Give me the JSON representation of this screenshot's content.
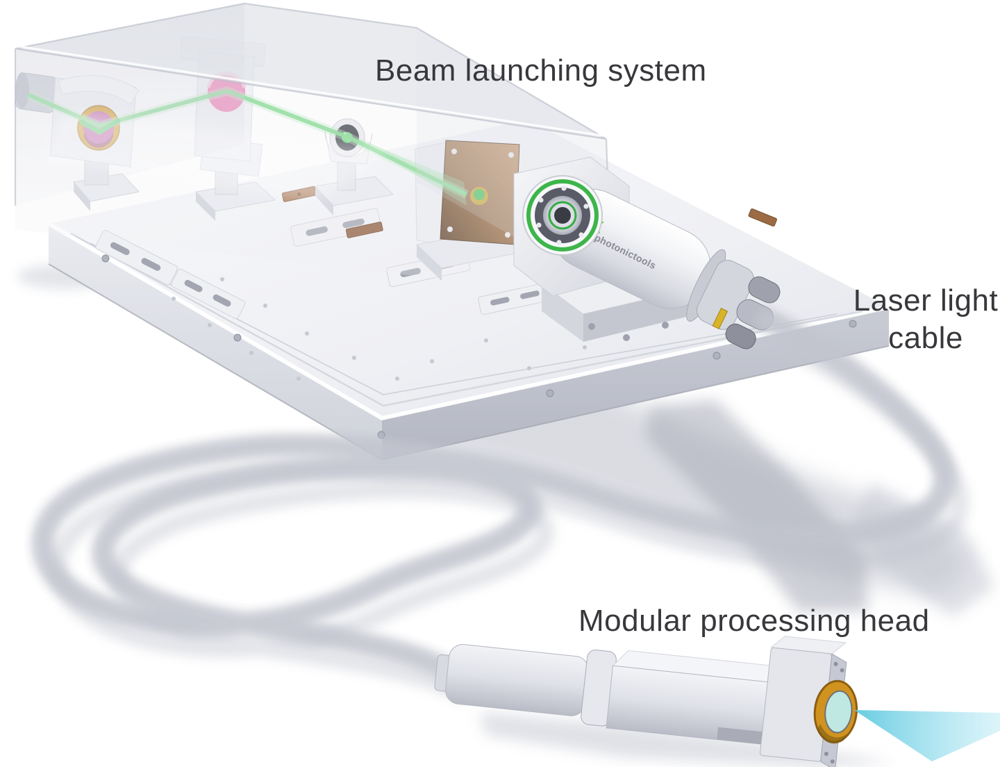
{
  "figure": {
    "type": "technical-illustration",
    "subject": "fiber-coupled laser beam delivery system",
    "labels": {
      "beam_launching_system": "Beam launching system",
      "laser_light_line1": "Laser light",
      "laser_light_line2": "cable",
      "modular_processing_head": "Modular processing head"
    },
    "logo": {
      "text": "photonictools"
    },
    "colors": {
      "background": "#ffffff",
      "label_text": "#38383c",
      "cable_yellow": "#ffd335",
      "cable_edge": "#e8a50b",
      "cable_highlight": "#fff7cf",
      "beam_green": "#7ed98b",
      "output_beam_cyan": "#7fd6e8",
      "optic_pink": "#f173ae",
      "mirror_pink": "#c05ca6",
      "mirror_ring_gold": "#d1931f",
      "bronze_plate": "#a97b52",
      "accent_green_ring": "#3db54a",
      "metal_light": "#f3f4f7",
      "metal_shade": "#c2c5ce",
      "shadow": "#c3c6cf"
    },
    "illustration_parts": [
      "optical-breadboard",
      "protective-enclosure",
      "beam-entry-port",
      "turning-mirror-mount",
      "lens-mount",
      "iris-aperture-mount",
      "bronze-adapter-plate",
      "fiber-coupler-flange",
      "collimator-body",
      "fiber-connector",
      "laser-light-cable",
      "processing-head",
      "focusing-lens",
      "output-beam"
    ]
  }
}
